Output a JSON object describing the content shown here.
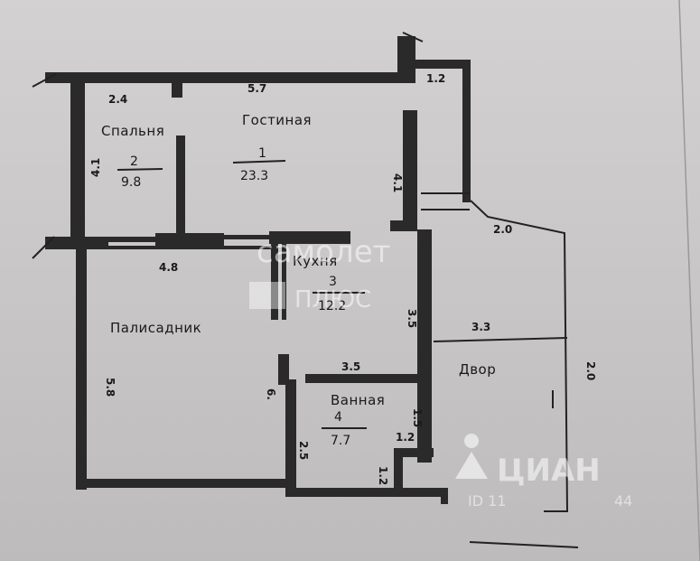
{
  "rooms": {
    "bedroom": {
      "name": "Спальня",
      "number": "2",
      "area": "9.8"
    },
    "living": {
      "name": "Гостиная",
      "number": "1",
      "area": "23.3"
    },
    "kitchen": {
      "name": "Кухня",
      "number": "3",
      "area": "12.2"
    },
    "bath": {
      "name": "Ванная",
      "number": "4",
      "area": "7.7"
    },
    "garden": {
      "name": "Палисадник"
    },
    "yard": {
      "name": "Двор"
    }
  },
  "dims": {
    "d_2_4": "2.4",
    "d_5_7": "5.7",
    "d_1_2_top": "1.2",
    "d_4_1_left": "4.1",
    "d_4_1_right": "4.1",
    "d_2_0_top": "2.0",
    "d_4_8": "4.8",
    "d_3_5_vert": "3.5",
    "d_3_3": "3.3",
    "d_5_8": "5.8",
    "d_2_0_right": "2.0",
    "d_3_5_horiz": "3.5",
    "d_6_x": "6.",
    "d_1_5": "1.5",
    "d_1_2_mid": "1.2",
    "d_2_5": "2.5",
    "d_1_2_bottom": "1.2"
  },
  "watermarks": {
    "samolet": "самолет",
    "plus": "ПЛЮС",
    "cian": "ЦИАН",
    "id": "ID 11",
    "id_tail": "44"
  }
}
